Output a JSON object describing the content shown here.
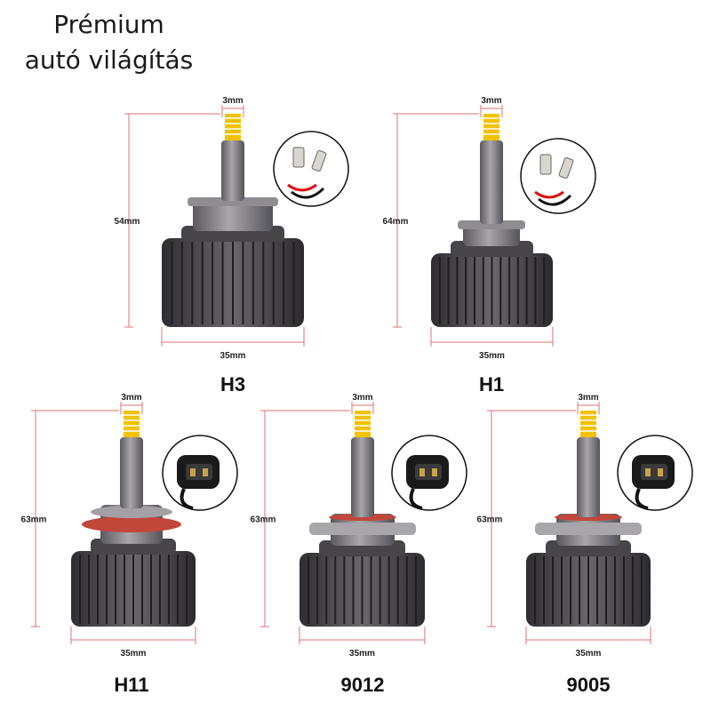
{
  "header": {
    "title_line1": "Prémium",
    "title_line2": "autó világítás"
  },
  "products": [
    {
      "model": "H3",
      "width": "35mm",
      "height": "54mm",
      "chip": "3mm",
      "connector": "spade-terminals-icon"
    },
    {
      "model": "H1",
      "width": "35mm",
      "height": "64mm",
      "chip": "3mm",
      "connector": "spade-terminals-icon"
    },
    {
      "model": "H11",
      "width": "35mm",
      "height": "63mm",
      "chip": "3mm",
      "connector": "2-pin-plug-icon"
    },
    {
      "model": "9012",
      "width": "35mm",
      "height": "63mm",
      "chip": "3mm",
      "connector": "2-pin-plug-icon"
    },
    {
      "model": "9005",
      "width": "35mm",
      "height": "63mm",
      "chip": "3mm",
      "connector": "2-pin-plug-icon"
    }
  ],
  "colors": {
    "dimension_line": "#e07070",
    "heatsink": "#4a484c",
    "led_chip": "#f2c200",
    "seal_ring": "#c0473a"
  }
}
